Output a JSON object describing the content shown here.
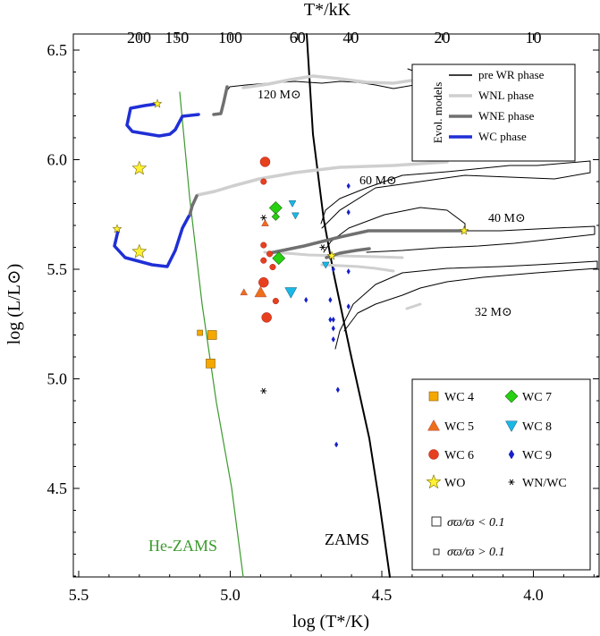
{
  "chart_data": {
    "type": "scatter",
    "xlabel": "log (T*/K)",
    "ylabel": "log (L/L⊙)",
    "top_xlabel": "T*/kK",
    "xlim": [
      5.5,
      3.8
    ],
    "ylim": [
      4.1,
      6.55
    ],
    "x_ticks": [
      "5.5",
      "5.0",
      "4.5",
      "4.0"
    ],
    "y_ticks": [
      "4.5",
      "5.0",
      "5.5",
      "6.0",
      "6.5"
    ],
    "top_ticks": [
      "200",
      "150",
      "100",
      "60",
      "40",
      "20",
      "10"
    ],
    "top_tick_values_kK": [
      200,
      150,
      100,
      60,
      40,
      20,
      10
    ],
    "tracks_legend_title": "Evol. models",
    "phases": [
      {
        "name": "pre WR phase",
        "color": "#000000"
      },
      {
        "name": "WNL phase",
        "color": "#cfcfcf"
      },
      {
        "name": "WNE phase",
        "color": "#707070"
      },
      {
        "name": "WC phase",
        "color": "#1f2fd6"
      }
    ],
    "track_labels": [
      "120 M⊙",
      "60 M⊙",
      "40 M⊙",
      "32 M⊙"
    ],
    "line_labels": {
      "zams": "ZAMS",
      "he_zams": "He-ZAMS"
    },
    "symbols_legend": [
      "WC 4",
      "WC 5",
      "WC 6",
      "WO",
      "WC 7",
      "WC 8",
      "WC 9",
      "WN/WC"
    ],
    "parallax_legend": [
      "σϖ/ϖ < 0.1",
      "σϖ/ϖ > 0.1"
    ],
    "colors": {
      "WC4": "#f5a800",
      "WC5": "#ee6e1a",
      "WC6": "#e6401e",
      "WO": "#fff233",
      "WC7": "#27d011",
      "WC8": "#19b8e6",
      "WC9": "#1620c8",
      "WNWC": "#000000",
      "he_zams": "#3c9a2e"
    },
    "series": [
      {
        "name": "WC 4",
        "points": [
          [
            5.1,
            5.21,
            0
          ],
          [
            5.06,
            5.2,
            1
          ],
          [
            5.065,
            5.07,
            1
          ]
        ]
      },
      {
        "name": "WC 5",
        "points": [
          [
            4.955,
            5.395,
            0
          ],
          [
            4.9,
            5.395,
            1
          ],
          [
            4.885,
            5.71,
            0
          ]
        ]
      },
      {
        "name": "WC 6",
        "points": [
          [
            4.885,
            5.99,
            1
          ],
          [
            4.89,
            5.9,
            0
          ],
          [
            4.89,
            5.61,
            0
          ],
          [
            4.87,
            5.57,
            0
          ],
          [
            4.89,
            5.54,
            0
          ],
          [
            4.86,
            5.51,
            0
          ],
          [
            4.89,
            5.44,
            1
          ],
          [
            4.85,
            5.355,
            0
          ],
          [
            4.88,
            5.28,
            1
          ]
        ]
      },
      {
        "name": "WO",
        "points": [
          [
            5.3,
            5.96,
            1
          ],
          [
            5.3,
            5.58,
            1
          ]
        ]
      },
      {
        "name": "WC 7",
        "points": [
          [
            4.85,
            5.78,
            1
          ],
          [
            4.85,
            5.74,
            0
          ],
          [
            4.84,
            5.55,
            1
          ]
        ]
      },
      {
        "name": "WC 8",
        "points": [
          [
            4.795,
            5.8,
            0
          ],
          [
            4.785,
            5.745,
            0
          ],
          [
            4.8,
            5.395,
            1
          ],
          [
            4.685,
            5.52,
            0
          ]
        ]
      },
      {
        "name": "WC 9",
        "points": [
          [
            4.61,
            5.88,
            0
          ],
          [
            4.61,
            5.76,
            0
          ],
          [
            4.66,
            5.5,
            0
          ],
          [
            4.61,
            5.49,
            0
          ],
          [
            4.75,
            5.36,
            0
          ],
          [
            4.67,
            5.36,
            0
          ],
          [
            4.61,
            5.33,
            0
          ],
          [
            4.67,
            5.27,
            0
          ],
          [
            4.66,
            5.27,
            0
          ],
          [
            4.66,
            5.23,
            0
          ],
          [
            4.66,
            5.18,
            0
          ],
          [
            4.645,
            4.95,
            0
          ],
          [
            4.65,
            4.7,
            0
          ]
        ]
      },
      {
        "name": "WN/WC",
        "points": [
          [
            4.89,
            5.735,
            0
          ],
          [
            4.89,
            4.945,
            0
          ],
          [
            4.695,
            5.6,
            0
          ]
        ]
      }
    ]
  }
}
